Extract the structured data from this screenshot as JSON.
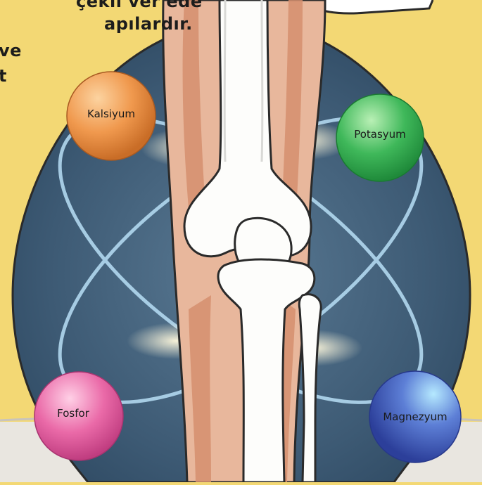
{
  "text_lines": [
    "çekil ver ede",
    "apılardır.",
    "ve",
    "t"
  ],
  "minerals": [
    {
      "label": "Kalsiyum",
      "color": "#f0994e"
    },
    {
      "label": "Potasyum",
      "color": "#3fb85a"
    },
    {
      "label": "Fosfor",
      "color": "#ea6aa8"
    },
    {
      "label": "Magnezyum",
      "color": "#4a63c4"
    }
  ],
  "colors": {
    "background": "#f3d874",
    "egg": "#3d5a74",
    "tissue": "#e8b79c",
    "bone": "#fdfdfb"
  }
}
